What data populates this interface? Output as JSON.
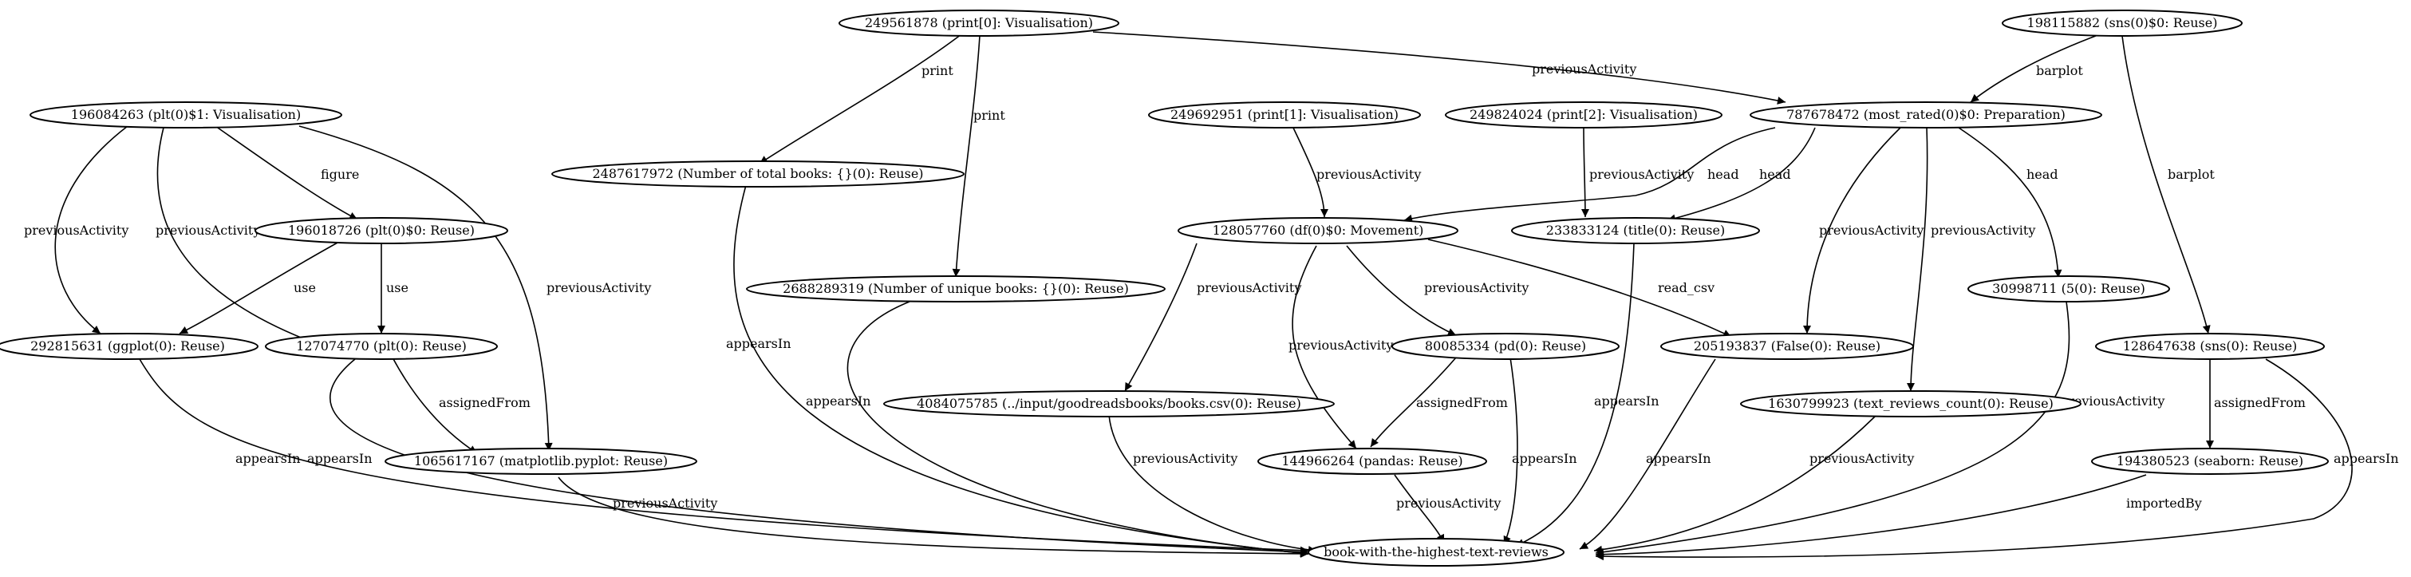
{
  "nodes": {
    "n1": "249561878 (print[0]: Visualisation)",
    "n2": "198115882 (sns(0)$0: Reuse)",
    "n3": "196084263 (plt(0)$1: Visualisation)",
    "n4": "2487617972 (Number of total books: {}(0): Reuse)",
    "n5": "249692951 (print[1]: Visualisation)",
    "n6": "249824024 (print[2]: Visualisation)",
    "n7": "787678472 (most_rated(0)$0: Preparation)",
    "n8": "196018726 (plt(0)$0: Reuse)",
    "n9": "128057760 (df(0)$0: Movement)",
    "n10": "233833124 (title(0): Reuse)",
    "n11": "2688289319 (Number of unique books: {}(0): Reuse)",
    "n12": "30998711 (5(0): Reuse)",
    "n13": "292815631 (ggplot(0): Reuse)",
    "n14": "127074770 (plt(0): Reuse)",
    "n15": "80085334 (pd(0): Reuse)",
    "n16": "205193837 (False(0): Reuse)",
    "n17": "128647638 (sns(0): Reuse)",
    "n18": "4084075785 (../input/goodreadsbooks/books.csv(0): Reuse)",
    "n19": "1630799923 (text_reviews_count(0): Reuse)",
    "n20": "1065617167 (matplotlib.pyplot: Reuse)",
    "n21": "144966264 (pandas: Reuse)",
    "n22": "194380523 (seaborn: Reuse)",
    "n23": "book-with-the-highest-text-reviews"
  },
  "edge_labels": {
    "print": "print",
    "previousActivity": "previousActivity",
    "barplot": "barplot",
    "figure": "figure",
    "head": "head",
    "use": "use",
    "assignedFrom": "assignedFrom",
    "read_csv": "read_csv",
    "appearsIn": "appearsIn",
    "importedBy": "importedBy"
  }
}
